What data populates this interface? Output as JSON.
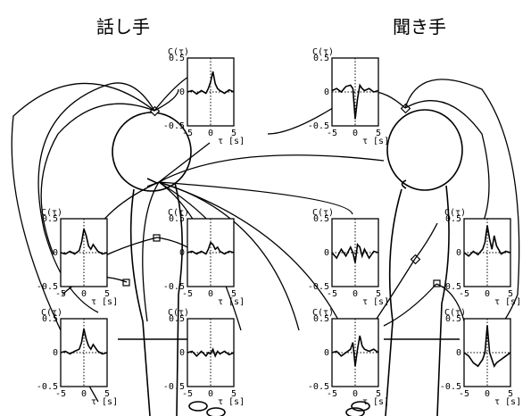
{
  "speaker_label": "話し手",
  "listener_label": "聞き手",
  "plot_text": {
    "y_title": "C(τ)",
    "x_label": "τ [s]",
    "y_ticks": [
      "0.5",
      "0",
      "-0.5"
    ],
    "x_ticks": [
      "-5",
      "0",
      "5"
    ]
  },
  "chart_data": [
    {
      "type": "line",
      "x": [
        -5,
        -4,
        -3,
        -2,
        -1,
        -0.5,
        0,
        0.5,
        1,
        1.5,
        2,
        3,
        4,
        5
      ],
      "values": [
        0,
        0.02,
        -0.03,
        0.02,
        -0.02,
        0.05,
        0.15,
        0.3,
        0.12,
        0.05,
        0.02,
        -0.02,
        0.03,
        0
      ],
      "ylim": [
        -0.5,
        0.5
      ],
      "xlim": [
        -5,
        5
      ]
    },
    {
      "type": "line",
      "x": [
        -5,
        -4,
        -3,
        -2,
        -1,
        -0.5,
        0,
        0.5,
        1,
        1.5,
        2,
        3,
        4,
        5
      ],
      "values": [
        0.02,
        0.05,
        0.0,
        0.08,
        0.1,
        0.05,
        -0.4,
        -0.1,
        0.1,
        0.05,
        0.02,
        0.05,
        0.0,
        0.02
      ],
      "ylim": [
        -0.5,
        0.5
      ],
      "xlim": [
        -5,
        5
      ]
    },
    {
      "type": "line",
      "x": [
        -5,
        -4,
        -3,
        -2,
        -1,
        -0.5,
        0,
        0.5,
        1,
        1.5,
        2,
        3,
        4,
        5
      ],
      "values": [
        0,
        -0.02,
        0.02,
        -0.02,
        0.03,
        0.15,
        0.35,
        0.25,
        0.1,
        0.05,
        0.12,
        0.02,
        -0.02,
        0
      ],
      "ylim": [
        -0.5,
        0.5
      ],
      "xlim": [
        -5,
        5
      ]
    },
    {
      "type": "line",
      "x": [
        -5,
        -4,
        -3,
        -2,
        -1,
        -0.5,
        0,
        0.5,
        1,
        1.5,
        2,
        3,
        4,
        5
      ],
      "values": [
        0,
        0.02,
        -0.02,
        0.02,
        -0.02,
        0.05,
        0.15,
        0.12,
        0.05,
        0.08,
        0.02,
        -0.02,
        0.02,
        0
      ],
      "ylim": [
        -0.5,
        0.5
      ],
      "xlim": [
        -5,
        5
      ]
    },
    {
      "type": "line",
      "x": [
        -5,
        -4,
        -3,
        -2,
        -1,
        -0.5,
        0,
        0.5,
        1,
        1.5,
        2,
        3,
        4,
        5
      ],
      "values": [
        0,
        -0.08,
        0.05,
        -0.05,
        0.08,
        0.0,
        -0.15,
        0.12,
        0.08,
        -0.05,
        0.05,
        -0.08,
        0.02,
        0
      ],
      "ylim": [
        -0.5,
        0.5
      ],
      "xlim": [
        -5,
        5
      ]
    },
    {
      "type": "line",
      "x": [
        -5,
        -4,
        -3,
        -2,
        -1,
        -0.5,
        0,
        0.5,
        1,
        1.5,
        2,
        3,
        4,
        5
      ],
      "values": [
        0,
        -0.05,
        0.02,
        -0.03,
        0.05,
        0.15,
        0.4,
        0.2,
        0.05,
        0.25,
        0.1,
        -0.02,
        0.02,
        0
      ],
      "ylim": [
        -0.5,
        0.5
      ],
      "xlim": [
        -5,
        5
      ]
    },
    {
      "type": "line",
      "x": [
        -5,
        -4,
        -3,
        -2,
        -1,
        -0.5,
        0,
        0.5,
        1,
        1.5,
        2,
        3,
        4,
        5
      ],
      "values": [
        0,
        0.02,
        -0.02,
        0.02,
        0.05,
        0.15,
        0.35,
        0.2,
        0.1,
        0.05,
        0.12,
        0.02,
        -0.02,
        0
      ],
      "ylim": [
        -0.5,
        0.5
      ],
      "xlim": [
        -5,
        5
      ]
    },
    {
      "type": "line",
      "x": [
        -5,
        -4,
        -3,
        -2,
        -1,
        -0.5,
        0,
        0.5,
        1,
        1.5,
        2,
        3,
        4,
        5
      ],
      "values": [
        0,
        0.02,
        -0.05,
        0.02,
        -0.05,
        0.0,
        -0.02,
        0.05,
        -0.05,
        0.02,
        -0.02,
        0.02,
        -0.03,
        0
      ],
      "ylim": [
        -0.5,
        0.5
      ],
      "xlim": [
        -5,
        5
      ]
    },
    {
      "type": "line",
      "x": [
        -5,
        -4,
        -3,
        -2,
        -1,
        -0.5,
        0,
        0.5,
        1,
        1.5,
        2,
        3,
        4,
        5
      ],
      "values": [
        0,
        0.02,
        -0.05,
        0.0,
        0.05,
        0.15,
        -0.2,
        0.05,
        0.25,
        0.1,
        0.05,
        0.02,
        0.05,
        0
      ],
      "ylim": [
        -0.5,
        0.5
      ],
      "xlim": [
        -5,
        5
      ]
    },
    {
      "type": "line",
      "x": [
        -5,
        -4,
        -3,
        -2,
        -1,
        -0.5,
        0,
        0.5,
        1,
        1.5,
        2,
        3,
        4,
        5
      ],
      "values": [
        0,
        -0.05,
        -0.15,
        -0.2,
        -0.1,
        0.0,
        0.4,
        0.0,
        -0.1,
        -0.2,
        -0.15,
        -0.1,
        -0.05,
        0
      ],
      "ylim": [
        -0.5,
        0.5
      ],
      "xlim": [
        -5,
        5
      ]
    }
  ]
}
